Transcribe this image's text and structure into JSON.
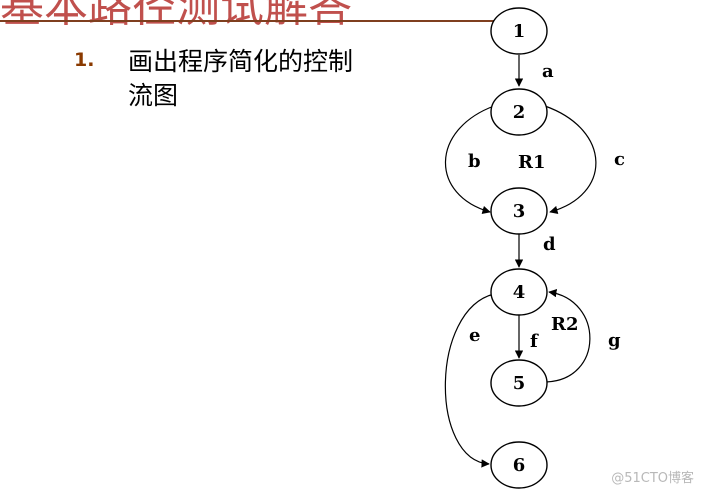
{
  "slide": {
    "title": "基本路径测试解答",
    "item_number": "1.",
    "item_text": "画出程序简化的控制流图"
  },
  "graph": {
    "nodes": [
      "1",
      "2",
      "3",
      "4",
      "5",
      "6"
    ],
    "edges": [
      {
        "label": "a",
        "from": "1",
        "to": "2"
      },
      {
        "label": "b",
        "from": "2",
        "to": "3"
      },
      {
        "label": "c",
        "from": "2",
        "to": "3"
      },
      {
        "label": "d",
        "from": "3",
        "to": "4"
      },
      {
        "label": "e",
        "from": "4",
        "to": "6"
      },
      {
        "label": "f",
        "from": "4",
        "to": "5"
      },
      {
        "label": "g",
        "from": "5",
        "to": "4"
      }
    ],
    "regions": [
      "R1",
      "R2"
    ]
  },
  "watermark": "@51CTO博客"
}
